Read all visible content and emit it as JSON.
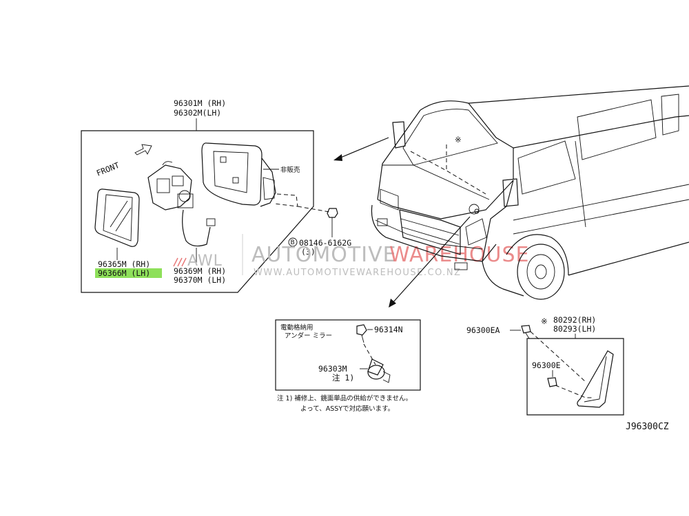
{
  "diagram": {
    "code": "J96300CZ",
    "highlight_color": "#8ee05a",
    "mirror_assembly": {
      "part_rh": "96301M (RH)",
      "part_lh": "96302M(LH)",
      "not_sold": "非販売",
      "front_label": "FRONT"
    },
    "mirror_glass": {
      "part_rh": "96365M (RH)",
      "part_lh": "96366M (LH)"
    },
    "actuator": {
      "part_rh": "96369M (RH)",
      "part_lh": "96370M (LH)"
    },
    "bolt": {
      "part": "08146-6162G",
      "qty": "(3)",
      "prefix": "B"
    },
    "under_mirror": {
      "title_line1": "電動格納用",
      "title_line2": "アンダー ミラー",
      "part_a": "96314N",
      "part_b": "96303M",
      "part_b_note": "注 1)",
      "note_line1": "注 1) 補修上、鏡面単品の供給ができません。",
      "note_line2": "よって、ASSYで対応願います。"
    },
    "cover": {
      "marker": "※",
      "part_rh": "80292(RH)",
      "part_lh": "80293(LH)",
      "clip_a": "96300EA",
      "clip_b": "96300E"
    },
    "van_marker": "※"
  },
  "watermark": {
    "awl": "AWL",
    "automotive": "AUTOMOTIVE",
    "warehouse": "WAREHOUSE",
    "url": "WWW.AUTOMOTIVEWAREHOUSE.CO.NZ",
    "gray": "#bdbdbd",
    "red": "#e87878"
  }
}
